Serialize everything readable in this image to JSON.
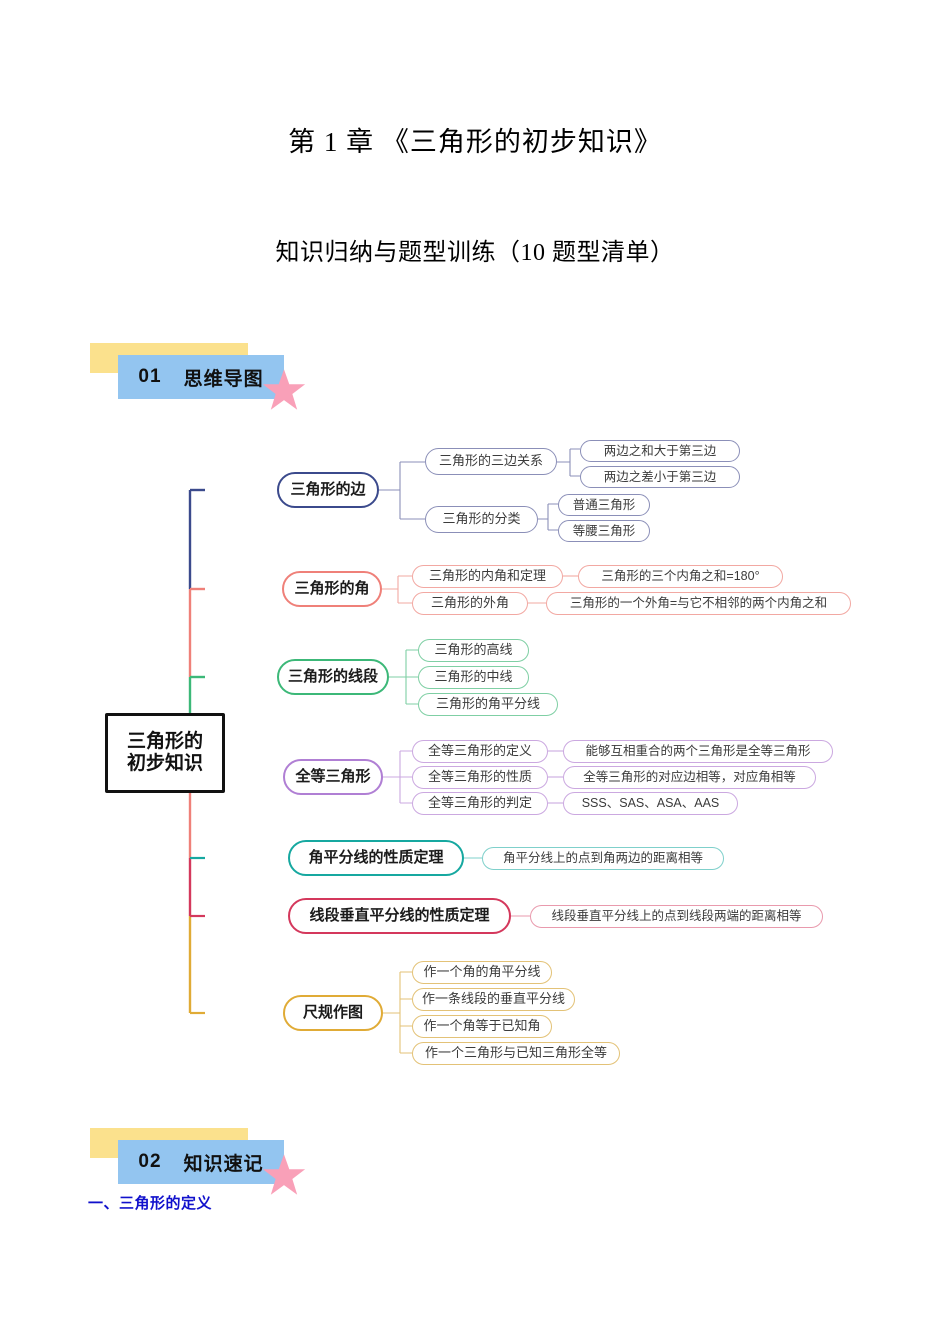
{
  "document": {
    "title": "第 1 章  《三角形的初步知识》",
    "subtitle": "知识归纳与题型训练（10 题型清单）"
  },
  "sections": [
    {
      "number": "01",
      "label": "思维导图",
      "yellow_color": "#fbe18d",
      "blue_color": "#93c5f0",
      "star_color": "#f9a0b8"
    },
    {
      "number": "02",
      "label": "知识速记",
      "yellow_color": "#fbe18d",
      "blue_color": "#93c5f0",
      "star_color": "#f9a0b8"
    }
  ],
  "mindmap": {
    "root": {
      "line1": "三角形的",
      "line2": "初步知识"
    },
    "branches": [
      {
        "label": "三角形的边",
        "color": "#3b4a8c",
        "children": [
          {
            "label": "三角形的三边关系",
            "children": [
              {
                "label": "两边之和大于第三边"
              },
              {
                "label": "两边之差小于第三边"
              }
            ]
          },
          {
            "label": "三角形的分类",
            "children": [
              {
                "label": "普通三角形"
              },
              {
                "label": "等腰三角形"
              }
            ]
          }
        ]
      },
      {
        "label": "三角形的角",
        "color": "#ef8079",
        "children": [
          {
            "label": "三角形的内角和定理",
            "children": [
              {
                "label": "三角形的三个内角之和=180°"
              }
            ]
          },
          {
            "label": "三角形的外角",
            "children": [
              {
                "label": "三角形的一个外角=与它不相邻的两个内角之和"
              }
            ]
          }
        ]
      },
      {
        "label": "三角形的线段",
        "color": "#3cb878",
        "children": [
          {
            "label": "三角形的高线",
            "children": []
          },
          {
            "label": "三角形的中线",
            "children": []
          },
          {
            "label": "三角形的角平分线",
            "children": []
          }
        ]
      },
      {
        "label": "全等三角形",
        "color": "#b07fd4",
        "children": [
          {
            "label": "全等三角形的定义",
            "children": [
              {
                "label": "能够互相重合的两个三角形是全等三角形"
              }
            ]
          },
          {
            "label": "全等三角形的性质",
            "children": [
              {
                "label": "全等三角形的对应边相等，对应角相等"
              }
            ]
          },
          {
            "label": "全等三角形的判定",
            "children": [
              {
                "label": "SSS、SAS、ASA、AAS"
              }
            ]
          }
        ]
      },
      {
        "label": "角平分线的性质定理",
        "color": "#16a8a0",
        "children": [
          {
            "label": "角平分线上的点到角两边的距离相等",
            "children": []
          }
        ]
      },
      {
        "label": "线段垂直平分线的性质定理",
        "color": "#d4385c",
        "children": [
          {
            "label": "线段垂直平分线上的点到线段两端的距离相等",
            "children": []
          }
        ]
      },
      {
        "label": "尺规作图",
        "color": "#e0ab36",
        "children": [
          {
            "label": "作一个角的角平分线",
            "children": []
          },
          {
            "label": "作一条线段的垂直平分线",
            "children": []
          },
          {
            "label": "作一个角等于已知角",
            "children": []
          },
          {
            "label": "作一个三角形与已知三角形全等",
            "children": []
          }
        ]
      }
    ]
  },
  "body": {
    "heading_1": "一、三角形的定义"
  }
}
